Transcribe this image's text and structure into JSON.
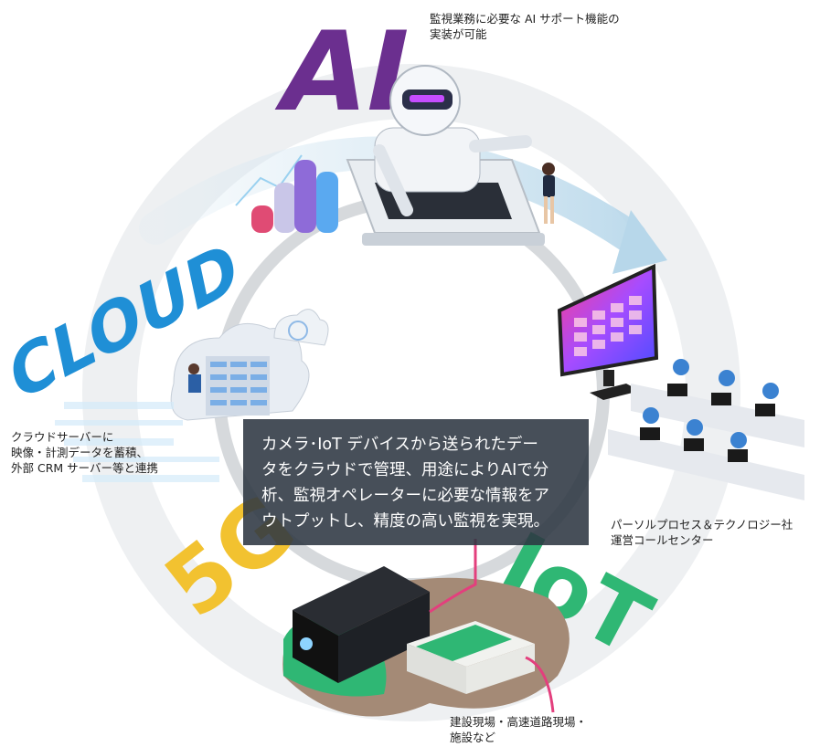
{
  "labels": {
    "ai": "AI",
    "cloud": "CLOUD",
    "fiveg": "5G",
    "iot": "IoT"
  },
  "captions": {
    "ai": [
      "監視業務に必要な AI サポート機能の",
      "実装が可能"
    ],
    "cloud": [
      "クラウドサーバーに",
      "映像・計測データを蓄積、",
      "外部 CRM サーバー等と連携"
    ],
    "center": [
      "パーソルプロセス＆テクノロジー社",
      "運営コールセンター"
    ],
    "site": [
      "建設現場・高速道路現場・",
      "施設など"
    ]
  },
  "center_text": [
    "カメラ･IoT デバイスから送られたデー",
    "タをクラウドで管理、用途によりAIで分",
    "析、監視オペレーターに必要な情報をア",
    "ウトプットし、精度の高い監視を実現。"
  ],
  "colors": {
    "ai": "#6b2f8f",
    "cloud": "#1f8fd6",
    "fiveg": "#f2c230",
    "iot": "#2fb774",
    "ring": "#e4e6e9",
    "overlay": "#2d3742"
  },
  "icons": [
    "robot-icon",
    "laptop-icon",
    "bar-chart-icon",
    "businesswoman-icon",
    "cloud-server-icon",
    "sync-cloud-icon",
    "monitor-icon",
    "call-center-icon",
    "edge-device-icon",
    "router-icon"
  ]
}
